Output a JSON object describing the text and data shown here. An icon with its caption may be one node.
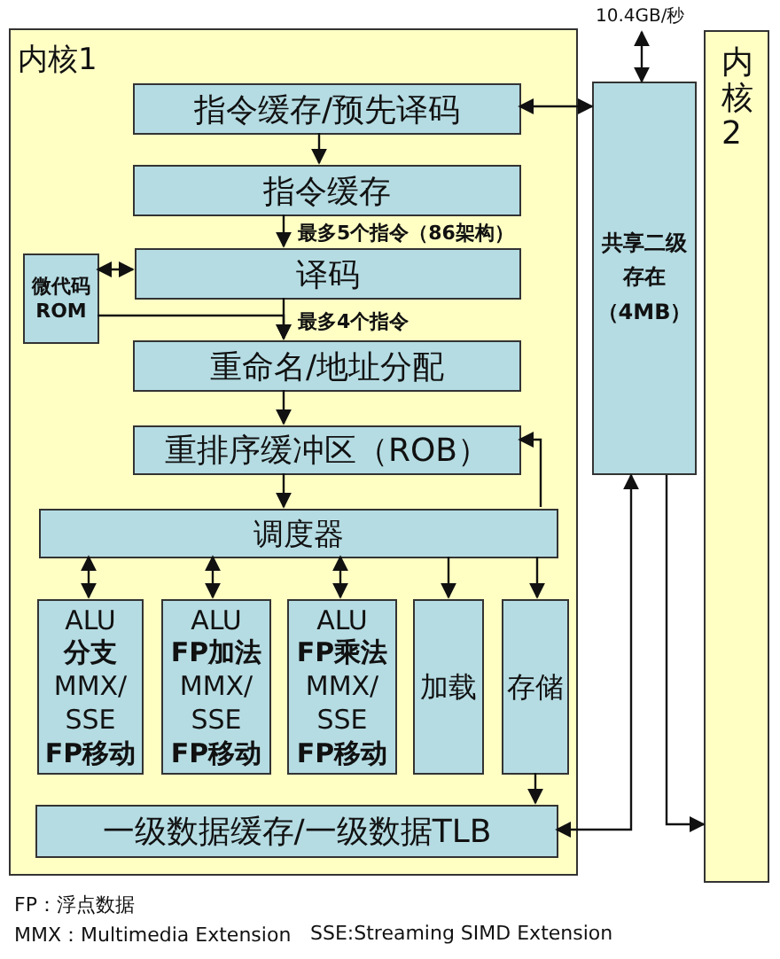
{
  "diagram": {
    "nodes": [
      {
        "text": [
          "内核1"
        ]
      },
      {
        "text": [
          "指令缓存/预先译码"
        ],
        "in": 0
      },
      {
        "text": [
          "指令缓存"
        ],
        "in": 0
      },
      {
        "text": [
          "译码"
        ],
        "in": 0
      },
      {
        "text": [
          "微代码ROM"
        ],
        "in": 0
      },
      {
        "text": [
          "重命名/地址分配"
        ],
        "in": 0
      },
      {
        "text": [
          "重排序缓冲区（ROB）"
        ],
        "in": 0
      },
      {
        "text": [
          "调度器"
        ],
        "in": 0
      },
      {
        "text": [
          "ALU **分支** MMX/ SSE **FP移动**"
        ],
        "in": 0
      },
      {
        "text": [
          "ALU **FP加法** MMX/ SSE **FP移动**"
        ],
        "in": 0
      },
      {
        "text": [
          "ALU **FP乘法** MMX/ SSE **FP移动**"
        ],
        "in": 0
      },
      {
        "text": [
          "加载"
        ],
        "in": 0
      },
      {
        "text": [
          "存储"
        ],
        "in": 0
      },
      {
        "text": [
          "一级数据缓存/一级数据TLB"
        ],
        "in": 0
      },
      {
        "text": [
          "共享二级存在（4MB）"
        ]
      },
      {
        "text": [
          "内核2"
        ]
      },
      {
        "text": [
          "10.4GB/秒"
        ]
      }
    ],
    "edges": [
      {
        "from": 1,
        "to": 14,
        "arrow": "both"
      },
      {
        "from": 16,
        "to": 14,
        "arrow": "both"
      },
      {
        "from": 1,
        "to": 2,
        "arrow": "to"
      },
      {
        "from": 2,
        "to": 3,
        "arrow": "to",
        "label": "最多5个指令（86架构）"
      },
      {
        "from": 4,
        "to": 3,
        "arrow": "both"
      },
      {
        "from": 3,
        "to": 5,
        "arrow": "to",
        "label": "最多4个指令"
      },
      {
        "from": 4,
        "to": 5,
        "arrow": "to"
      },
      {
        "from": 5,
        "to": 6,
        "arrow": "to"
      },
      {
        "from": 6,
        "to": 7,
        "arrow": "to"
      },
      {
        "from": 7,
        "to": 6,
        "arrow": "to"
      },
      {
        "from": 7,
        "to": 8,
        "arrow": "both"
      },
      {
        "from": 7,
        "to": 9,
        "arrow": "both"
      },
      {
        "from": 7,
        "to": 10,
        "arrow": "both"
      },
      {
        "from": 7,
        "to": 11,
        "arrow": "to"
      },
      {
        "from": 7,
        "to": 12,
        "arrow": "to"
      },
      {
        "from": 12,
        "to": 13,
        "arrow": "to"
      },
      {
        "from": 13,
        "to": 14,
        "arrow": "both"
      },
      {
        "from": 14,
        "to": 15,
        "arrow": "to"
      }
    ],
    "labels": [
      "FP：浮点数据",
      "MMX：Multimedia Extension",
      "SSE:Streaming SIMD Extension"
    ]
  }
}
